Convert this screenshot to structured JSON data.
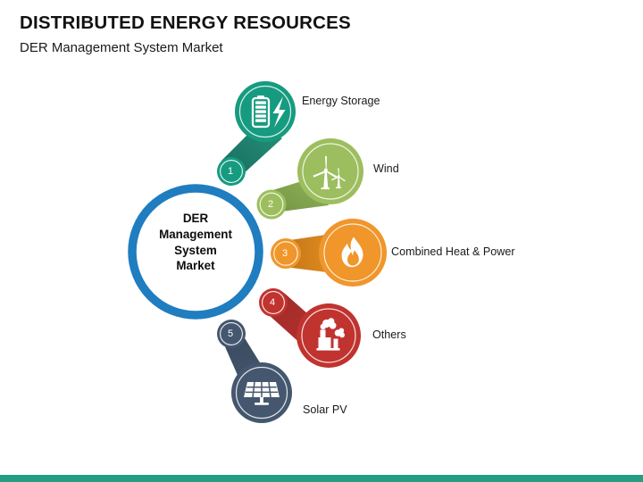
{
  "header": {
    "title": "DISTRIBUTED ENERGY RESOURCES",
    "subtitle": "DER Management System Market"
  },
  "hub": {
    "lines": [
      "DER",
      "Management",
      "System",
      "Market"
    ],
    "ring_color": "#1f7dc0"
  },
  "nodes": [
    {
      "number": "1",
      "label": "Energy Storage",
      "icon": "battery-bolt-icon",
      "color": "#169b80",
      "stem_color": "#19826d"
    },
    {
      "number": "2",
      "label": "Wind",
      "icon": "wind-turbine-icon",
      "color": "#9dbe5e",
      "stem_color": "#7c9b4c"
    },
    {
      "number": "3",
      "label": "Combined Heat & Power",
      "icon": "flame-icon",
      "color": "#f0962b",
      "stem_color": "#cc7a16"
    },
    {
      "number": "4",
      "label": "Others",
      "icon": "power-plant-icon",
      "color": "#c1332f",
      "stem_color": "#a32c2a"
    },
    {
      "number": "5",
      "label": "Solar PV",
      "icon": "solar-panel-icon",
      "color": "#44576e",
      "stem_color": "#3b4b60"
    }
  ],
  "accent_bar": {
    "color": "#249d82"
  }
}
